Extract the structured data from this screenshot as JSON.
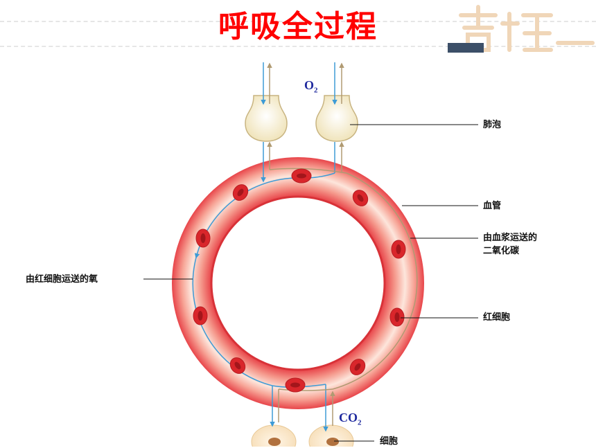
{
  "title": "呼吸全过程",
  "logo": {
    "text": "吉祥"
  },
  "gases": {
    "oxygen": "O",
    "oxygen_sub": "2",
    "carbon_dioxide": "CO",
    "carbon_dioxide_sub": "2"
  },
  "labels": {
    "alveolus": "肺泡",
    "blood_vessel": "血管",
    "co2_plasma_line1": "由血浆运送的",
    "co2_plasma_line2": "二氧化碳",
    "oxygen_rbc": "由红细胞运送的氧",
    "red_blood_cell": "红细胞",
    "cell": "细胞"
  },
  "colors": {
    "title": "#ff0000",
    "vessel": "#e8454a",
    "vessel_light": "#fbe0d6",
    "red_cell": "#d9262b",
    "oxygen_arrow": "#3d9bd6",
    "co2_arrow": "#b09a72",
    "alveolus_fill": "#fbf5dc",
    "gas_text": "#1f2a9e"
  }
}
